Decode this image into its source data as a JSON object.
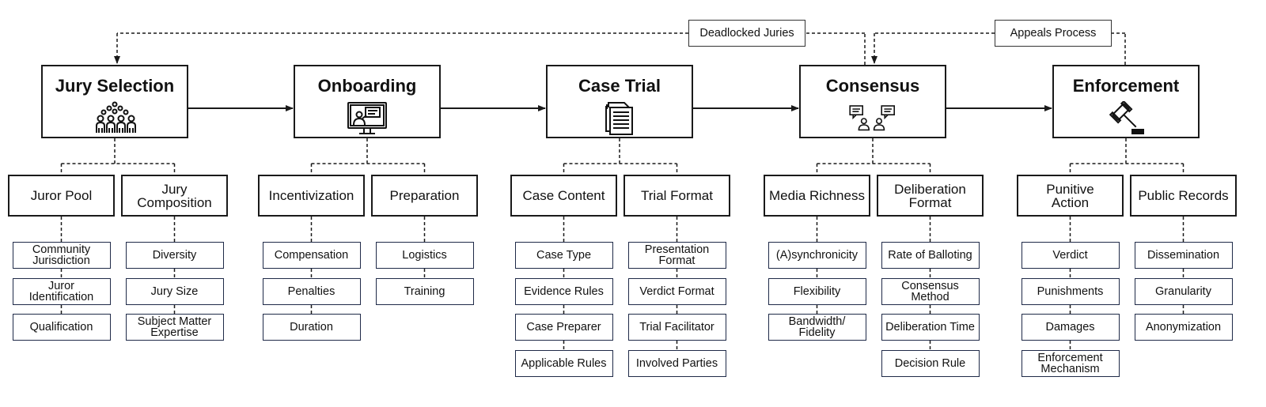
{
  "loops": {
    "deadlocked": "Deadlocked Juries",
    "appeals": "Appeals Process"
  },
  "stages": [
    {
      "title": "Jury Selection",
      "icon": "people-group-icon",
      "categories": [
        {
          "label": "Juror Pool",
          "items": [
            "Community Jurisdiction",
            "Juror Identification",
            "Qualification"
          ]
        },
        {
          "label": "Jury Composition",
          "items": [
            "Diversity",
            "Jury Size",
            "Subject Matter Expertise"
          ]
        }
      ]
    },
    {
      "title": "Onboarding",
      "icon": "monitor-presentation-icon",
      "categories": [
        {
          "label": "Incentivization",
          "items": [
            "Compensation",
            "Penalties",
            "Duration"
          ]
        },
        {
          "label": "Preparation",
          "items": [
            "Logistics",
            "Training"
          ]
        }
      ]
    },
    {
      "title": "Case Trial",
      "icon": "documents-icon",
      "categories": [
        {
          "label": "Case Content",
          "items": [
            "Case Type",
            "Evidence Rules",
            "Case Preparer",
            "Applicable Rules"
          ]
        },
        {
          "label": "Trial Format",
          "items": [
            "Presentation Format",
            "Verdict Format",
            "Trial Facilitator",
            "Involved Parties"
          ]
        }
      ]
    },
    {
      "title": "Consensus",
      "icon": "discussion-people-icon",
      "categories": [
        {
          "label": "Media Richness",
          "items": [
            "(A)synchronicity",
            "Flexibility",
            "Bandwidth/ Fidelity"
          ]
        },
        {
          "label": "Deliberation Format",
          "items": [
            "Rate of Balloting",
            "Consensus Method",
            "Deliberation Time",
            "Decision Rule"
          ]
        }
      ]
    },
    {
      "title": "Enforcement",
      "icon": "gavel-icon",
      "categories": [
        {
          "label": "Punitive Action",
          "items": [
            "Verdict",
            "Punishments",
            "Damages",
            "Enforcement Mechanism"
          ]
        },
        {
          "label": "Public Records",
          "items": [
            "Dissemination",
            "Granularity",
            "Anonymization"
          ]
        }
      ]
    }
  ]
}
